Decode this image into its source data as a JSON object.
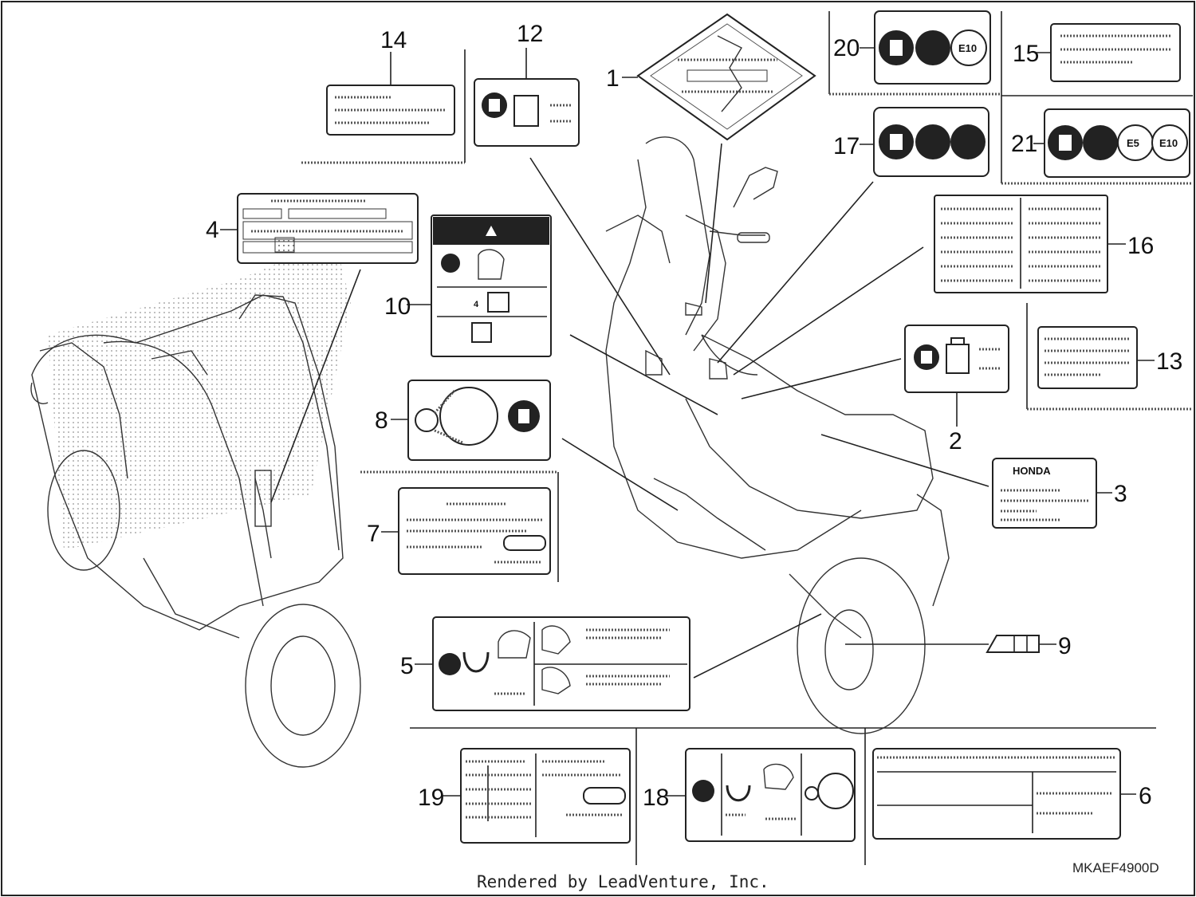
{
  "footer": {
    "rendered_by": "Rendered by LeadVenture, Inc."
  },
  "diagram_code": "MKAEF4900D",
  "callouts": {
    "c1": "1",
    "c2": "2",
    "c3": "3",
    "c4": "4",
    "c5": "5",
    "c6": "6",
    "c7": "7",
    "c8": "8",
    "c9": "9",
    "c10": "10",
    "c12": "12",
    "c13": "13",
    "c14": "14",
    "c15": "15",
    "c16": "16",
    "c17": "17",
    "c18": "18",
    "c19": "19",
    "c20": "20",
    "c21": "21"
  },
  "label_marks": {
    "e10": "E10",
    "e5": "E5",
    "honda": "HONDA",
    "four_stroke": "4"
  },
  "colors": {
    "line": "#222222",
    "background": "#ffffff"
  }
}
